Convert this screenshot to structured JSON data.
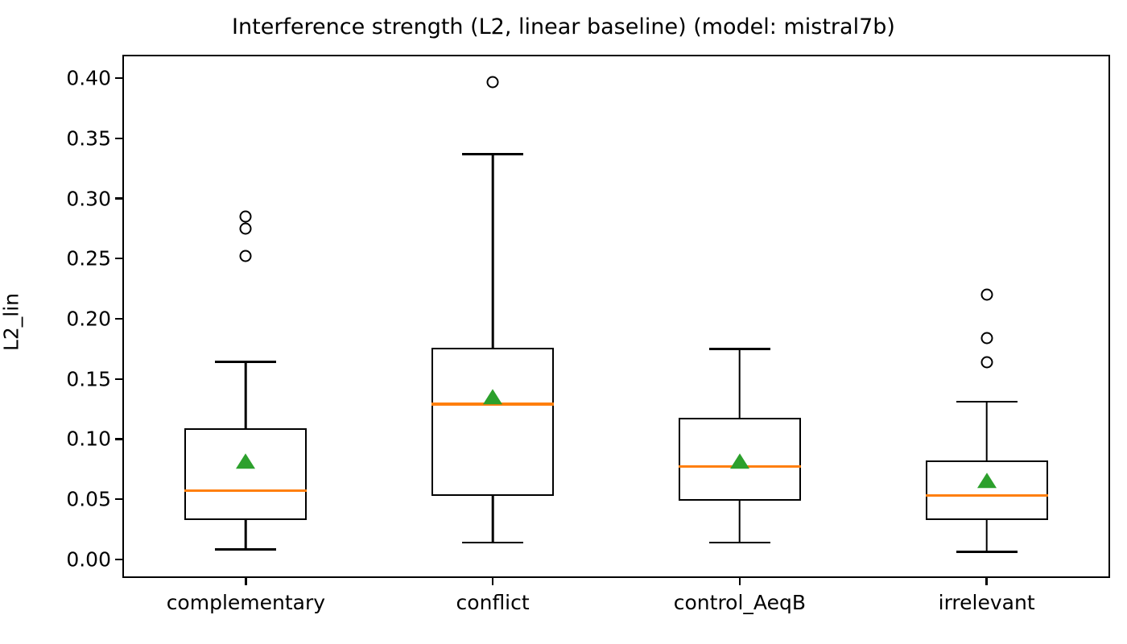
{
  "chart_data": {
    "type": "box",
    "title": "Interference strength (L2, linear baseline) (model: mistral7b)",
    "xlabel": "",
    "ylabel": "L2_lin",
    "categories": [
      "complementary",
      "conflict",
      "control_AeqB",
      "irrelevant"
    ],
    "ylim": [
      -0.0155,
      0.4195
    ],
    "yticks": [
      0.0,
      0.05,
      0.1,
      0.15,
      0.2,
      0.25,
      0.3,
      0.35,
      0.4
    ],
    "ytick_labels": [
      "0.00",
      "0.05",
      "0.10",
      "0.15",
      "0.20",
      "0.25",
      "0.30",
      "0.35",
      "0.40"
    ],
    "grid": false,
    "legend": "none",
    "colors": {
      "median": "#FF7F0E",
      "mean_marker": "#2CA02C",
      "box_edge": "#000000",
      "whisker": "#000000",
      "outlier_edge": "#000000",
      "background": "#FFFFFF"
    },
    "boxes": [
      {
        "category": "complementary",
        "whisker_low": 0.0085,
        "q1": 0.033,
        "median": 0.057,
        "q3": 0.109,
        "whisker_high": 0.164,
        "mean": 0.08,
        "outliers": [
          0.285,
          0.275,
          0.252
        ]
      },
      {
        "category": "conflict",
        "whisker_low": 0.014,
        "q1": 0.053,
        "median": 0.129,
        "q3": 0.176,
        "whisker_high": 0.337,
        "mean": 0.134,
        "outliers": [
          0.397
        ]
      },
      {
        "category": "control_AeqB",
        "whisker_low": 0.014,
        "q1": 0.049,
        "median": 0.077,
        "q3": 0.118,
        "whisker_high": 0.175,
        "mean": 0.08,
        "outliers": []
      },
      {
        "category": "irrelevant",
        "whisker_low": 0.006,
        "q1": 0.033,
        "median": 0.053,
        "q3": 0.082,
        "whisker_high": 0.131,
        "mean": 0.064,
        "outliers": [
          0.22,
          0.184,
          0.164
        ]
      }
    ]
  }
}
